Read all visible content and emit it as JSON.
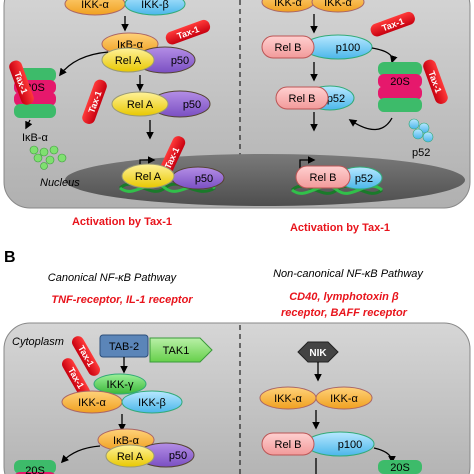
{
  "panel_a": {
    "canonical": {
      "ikk_alpha": "IKK-α",
      "ikk_beta": "IKK-β",
      "tax_labels": [
        "Tax-1",
        "Tax-1",
        "Tax-1",
        "Tax-1"
      ],
      "ikb_alpha": "IκB-α",
      "rel_a": "Rel A",
      "p50": "p50",
      "proteasome": "20S",
      "degraded": "IκB-α",
      "nucleus": "Nucleus",
      "nucleus_rel_a": "Rel A",
      "nucleus_p50": "p50",
      "activation": "Activation by Tax-1"
    },
    "noncanonical": {
      "ikk_alpha": "IKK-α",
      "tax_labels": [
        "Tax-1",
        "Tax-1"
      ],
      "rel_b": "Rel B",
      "p100": "p100",
      "proteasome": "20S",
      "p52": "p52",
      "p52_free": "p52",
      "nucleus_rel_b": "Rel B",
      "nucleus_p52": "p52",
      "activation": "Activation by Tax-1"
    }
  },
  "panel_b": {
    "label": "B",
    "canonical": {
      "title": "Canonical NF-κB Pathway",
      "receptor": "TNF-receptor, IL-1 receptor",
      "cytoplasm": "Cytoplasm",
      "tab2": "TAB-2",
      "tak1": "TAK1",
      "tax_labels": [
        "Tax-1",
        "Tax-1"
      ],
      "ikk_gamma": "IKK-γ",
      "ikk_alpha": "IKK-α",
      "ikk_beta": "IKK-β",
      "ikb_alpha": "IκB-α",
      "rel_a": "Rel A",
      "p50": "p50",
      "proteasome": "20S"
    },
    "noncanonical": {
      "title": "Non-canonical NF-κB Pathway",
      "receptor_line1": "CD40, lymphotoxin β",
      "receptor_line2": "receptor, BAFF receptor",
      "nik": "NIK",
      "ikk_alpha_1": "IKK-α",
      "ikk_alpha_2": "IKK-α",
      "rel_b": "Rel B",
      "p100": "p100",
      "proteasome": "20S"
    }
  }
}
